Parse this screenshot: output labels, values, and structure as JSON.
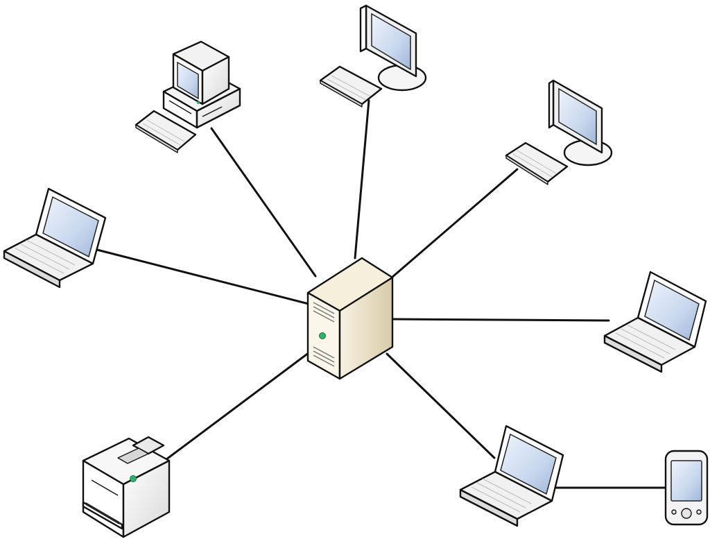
{
  "diagram": {
    "kind": "star network topology",
    "hub": {
      "icon": "server-tower-icon"
    },
    "nodes": [
      {
        "id": "desktop-crt",
        "icon": "desktop-computer-icon",
        "linked_to": "server"
      },
      {
        "id": "flat-monitor-top",
        "icon": "flat-monitor-workstation-icon",
        "linked_to": "server"
      },
      {
        "id": "flat-monitor-right",
        "icon": "flat-monitor-workstation-icon",
        "linked_to": "server"
      },
      {
        "id": "laptop-left",
        "icon": "laptop-icon",
        "linked_to": "server"
      },
      {
        "id": "laptop-right",
        "icon": "laptop-icon",
        "linked_to": "server"
      },
      {
        "id": "laptop-bottom-right",
        "icon": "laptop-icon",
        "linked_to": "server"
      },
      {
        "id": "printer",
        "icon": "printer-icon",
        "linked_to": "server"
      },
      {
        "id": "pda",
        "icon": "pda-handheld-icon",
        "linked_to": "laptop-bottom-right"
      }
    ],
    "colors": {
      "line": "#111111",
      "server_body": "#e6dcc3",
      "device_body": "#f3f3f3",
      "screen": "#c9d8ee",
      "indicator_green": "#2fb36b"
    }
  }
}
